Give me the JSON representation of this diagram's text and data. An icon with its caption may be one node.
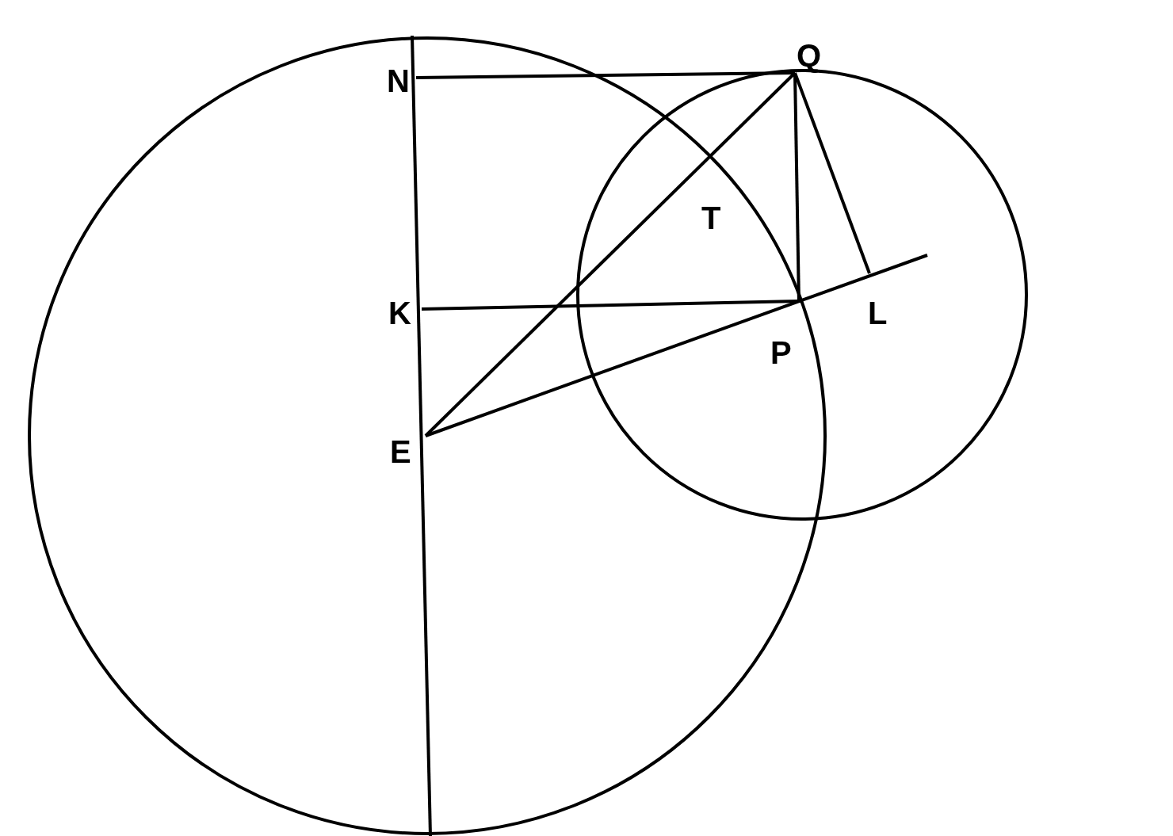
{
  "diagram": {
    "labels": [
      "N",
      "Q",
      "T",
      "K",
      "L",
      "P",
      "Ε"
    ]
  }
}
